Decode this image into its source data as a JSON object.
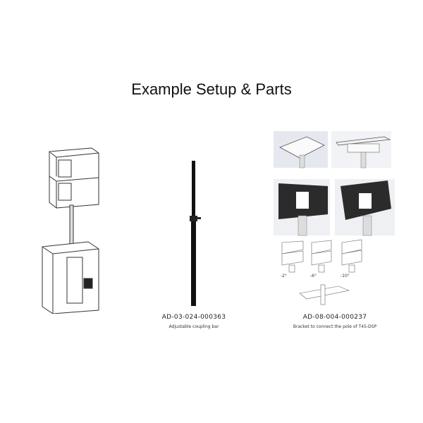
{
  "title": "Example Setup & Parts",
  "parts": [
    {
      "code": "AD-03-024-000363",
      "description": "Adjustable coupling bar"
    },
    {
      "code": "AD-08-004-000237",
      "description": "Bracket to connect the pole of T45-DSP"
    }
  ],
  "angle_labels": [
    "-2°",
    "-6°",
    "-10°"
  ]
}
